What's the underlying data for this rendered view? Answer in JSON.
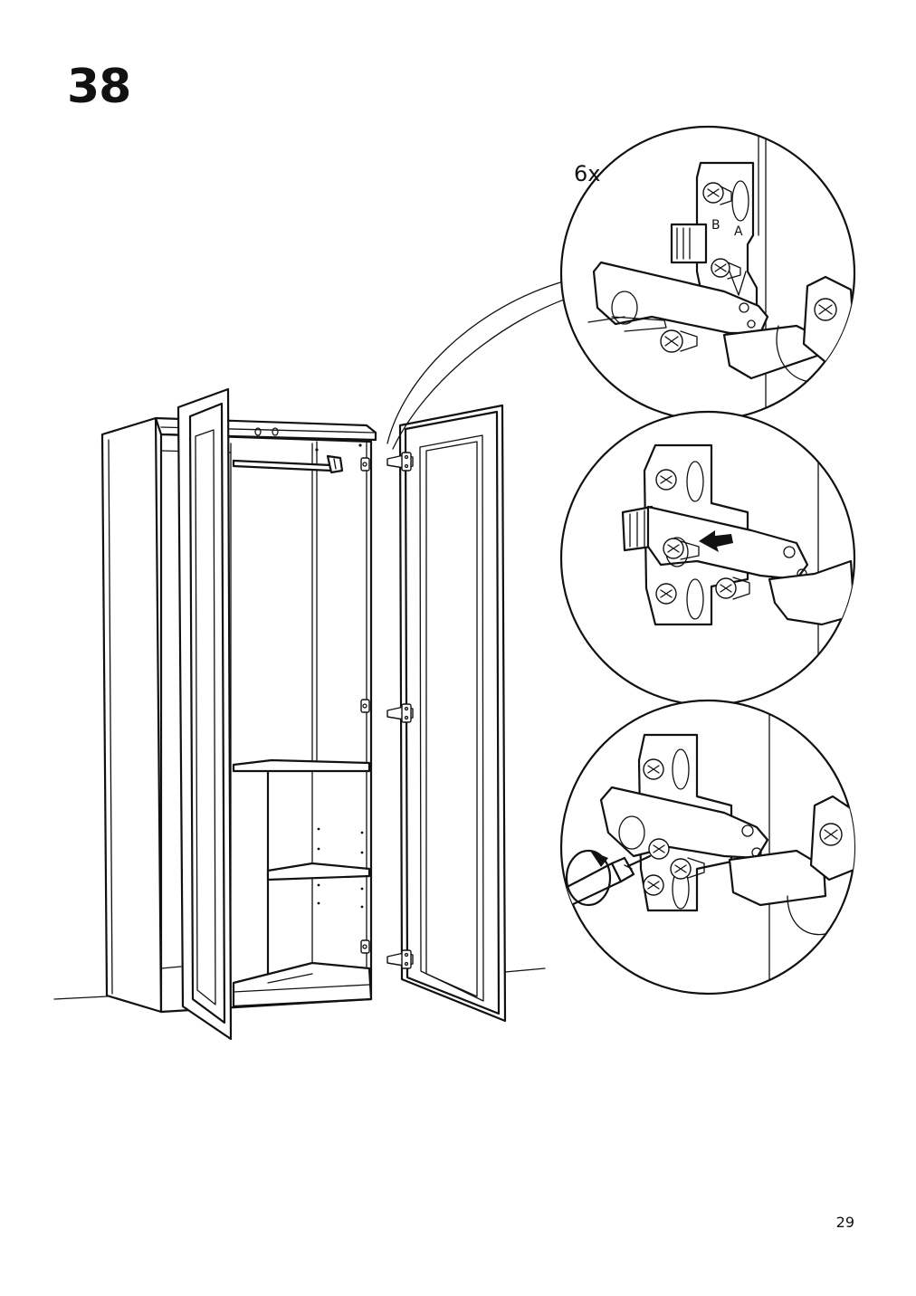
{
  "step": {
    "number": "38"
  },
  "quantity_label": "6x",
  "hinge_marks": {
    "b": "B",
    "a": "A"
  },
  "page": {
    "number": "29"
  }
}
